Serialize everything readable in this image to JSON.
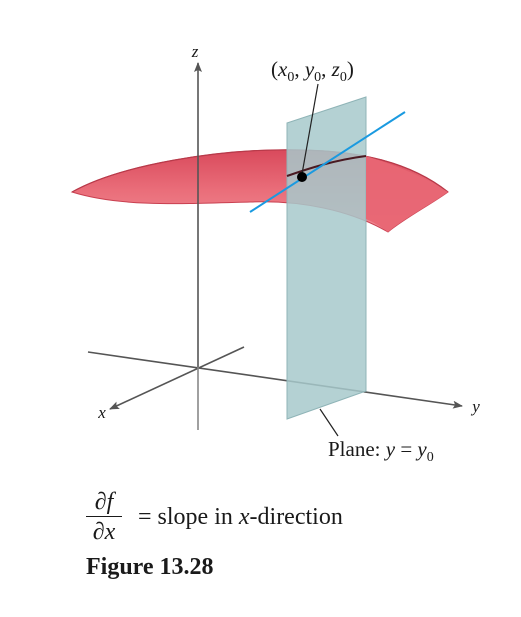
{
  "diagram": {
    "axis_labels": {
      "z": "z",
      "x": "x",
      "y": "y"
    },
    "point_label": {
      "open": "(",
      "x": "x",
      "x_sub": "0",
      "sep1": ", ",
      "y": "y",
      "y_sub": "0",
      "sep2": ", ",
      "z": "z",
      "z_sub": "0",
      "close": ")"
    },
    "plane_label": {
      "prefix": "Plane: ",
      "y": "y",
      "eq": " = ",
      "y0": "y",
      "y0_sub": "0"
    },
    "colors": {
      "surface": "#e35e6c",
      "surface_edge": "#c94050",
      "plane": "#a7c9cb",
      "tangent_line": "#1a9ae0",
      "axes": "#555555",
      "point": "#000000"
    }
  },
  "caption": {
    "numerator": "∂f",
    "denominator": "∂x",
    "equals": " = ",
    "text_before": "slope in ",
    "text_var": "x",
    "text_after": "-direction",
    "figure_label": "Figure 13.28"
  }
}
